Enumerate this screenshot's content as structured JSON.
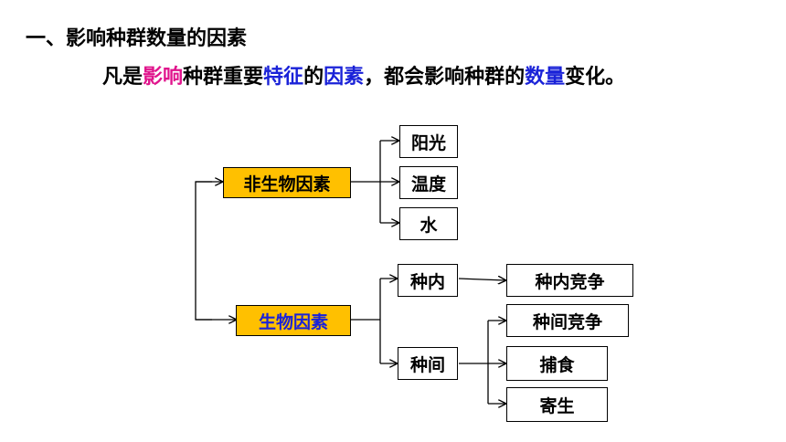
{
  "heading": "一、影响种群数量的因素",
  "sentence": {
    "p1": "凡是",
    "p2": "影响",
    "p3": "种群重要",
    "p4": "特征",
    "p5": "的",
    "p6": "因素",
    "p7": "，都会影响种群的",
    "p8": "数量",
    "p9": "变化。"
  },
  "diagram": {
    "abiotic": "非生物因素",
    "biotic": "生物因素",
    "sunlight": "阳光",
    "temperature": "温度",
    "water": "水",
    "intraspecific": "种内",
    "interspecific": "种间",
    "intraspecific_competition": "种内竞争",
    "interspecific_competition": "种间竞争",
    "predation": "捕食",
    "parasitism": "寄生"
  },
  "colors": {
    "highlight_box": "#ffc000",
    "pink_text": "#e0148c",
    "blue_text": "#1a22d8"
  }
}
